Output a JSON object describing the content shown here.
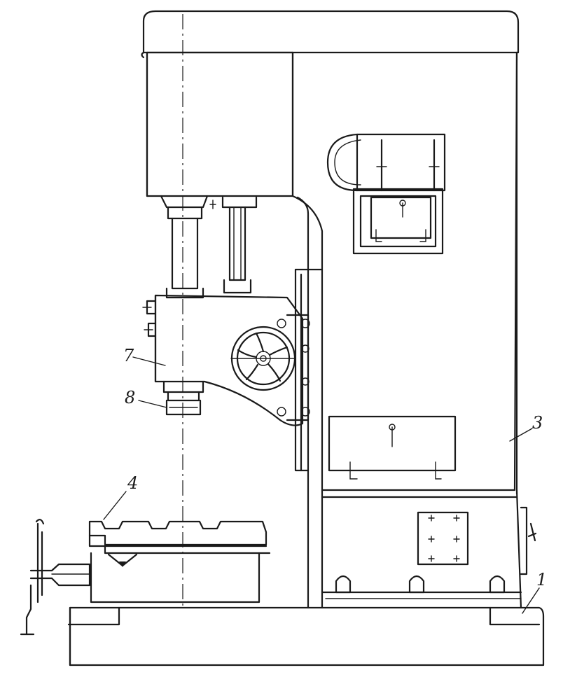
{
  "diagram": {
    "callouts": [
      {
        "id": "1",
        "label": "1"
      },
      {
        "id": "3",
        "label": "3"
      },
      {
        "id": "4",
        "label": "4"
      },
      {
        "id": "7",
        "label": "7"
      },
      {
        "id": "8",
        "label": "8"
      }
    ]
  }
}
